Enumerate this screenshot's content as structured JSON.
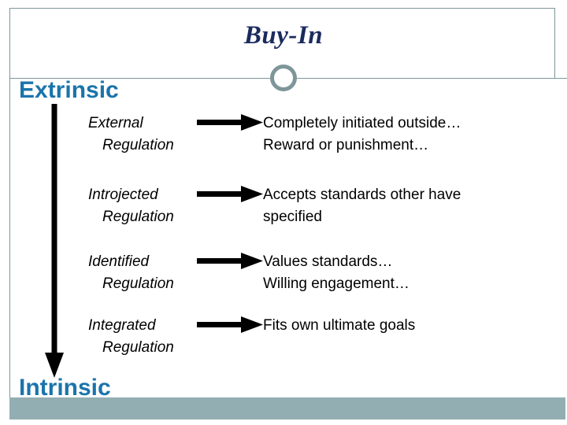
{
  "slide": {
    "title": "Buy-In",
    "headings": {
      "top": "Extrinsic",
      "bottom": "Intrinsic"
    },
    "colors": {
      "title": "#1b2b5e",
      "heading": "#1b74ab",
      "rule": "#7e969a",
      "ring": "#7e969a",
      "bottom_bar": "#93aeb2",
      "arrow": "#000000",
      "body_text": "#000000"
    },
    "rows": [
      {
        "label_line1": "External",
        "label_line2": "Regulation",
        "description_line1": "Completely initiated outside…",
        "description_line2": "Reward or punishment…"
      },
      {
        "label_line1": "Introjected",
        "label_line2": "Regulation",
        "description_line1": "Accepts standards other have",
        "description_line2": "specified"
      },
      {
        "label_line1": "Identified",
        "label_line2": "Regulation",
        "description_line1": "Values standards…",
        "description_line2": "Willing engagement…"
      },
      {
        "label_line1": "Integrated",
        "label_line2": "Regulation",
        "description_line1": "Fits own ultimate goals",
        "description_line2": ""
      }
    ]
  }
}
